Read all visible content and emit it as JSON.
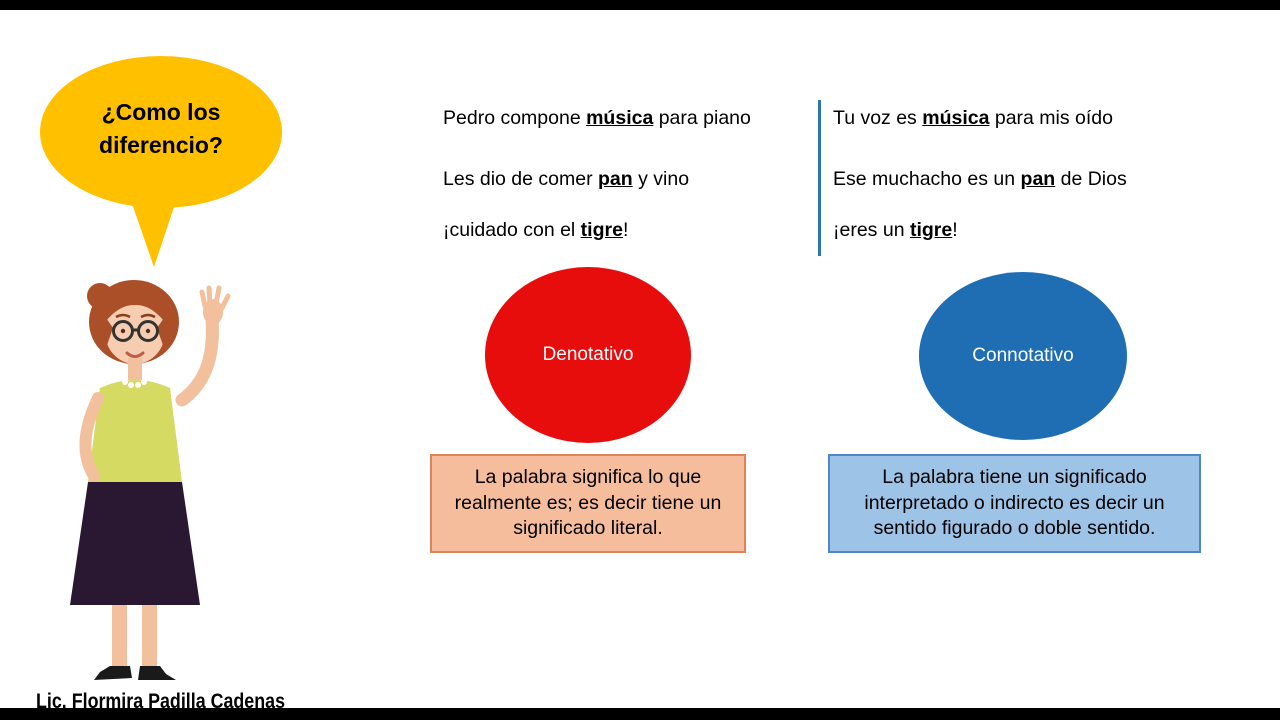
{
  "bubble": {
    "line1": "¿Como los",
    "line2": "diferencio?",
    "color": "#FFC000"
  },
  "credit": "Lic. Flormira Padilla Cadenas",
  "divider_color": "#2E75B6",
  "examples": {
    "denotative": [
      {
        "pre": "Pedro compone ",
        "key": "música",
        "post": " para piano"
      },
      {
        "pre": "Les dio de comer ",
        "key": "pan",
        "post": " y vino"
      },
      {
        "pre": "¡cuidado con el ",
        "key": "tigre",
        "post": "!"
      }
    ],
    "connotative": [
      {
        "pre": "Tu voz es ",
        "key": "música",
        "post": " para mis oído"
      },
      {
        "pre": "Ese muchacho es un ",
        "key": "pan",
        "post": " de Dios"
      },
      {
        "pre": "¡eres un ",
        "key": "tigre",
        "post": "!"
      }
    ]
  },
  "denotative": {
    "label": "Denotativo",
    "color": "#E80D0D",
    "definition": "La palabra significa lo que realmente es; es decir tiene un significado literal.",
    "box_fill": "#F5BD9B",
    "box_border": "#E0825A"
  },
  "connotative": {
    "label": "Connotativo",
    "color": "#1F6DB3",
    "definition": "La palabra tiene un significado interpretado o indirecto es decir un sentido figurado o doble sentido.",
    "box_fill": "#9DC3E6",
    "box_border": "#4F87C7"
  }
}
